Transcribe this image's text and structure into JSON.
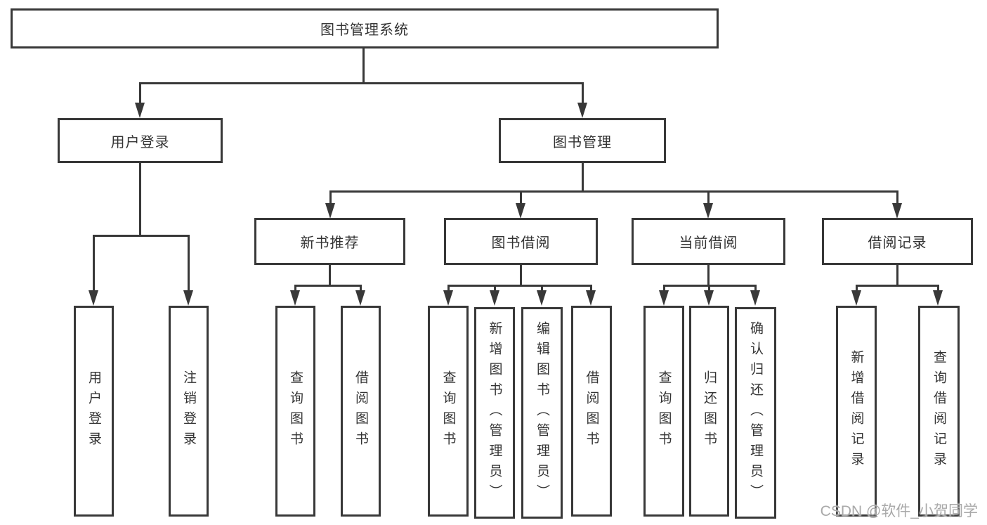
{
  "title": "图书管理系统",
  "level2": [
    {
      "label": "用户登录"
    },
    {
      "label": "图书管理"
    }
  ],
  "level3": [
    {
      "label": "新书推荐"
    },
    {
      "label": "图书借阅"
    },
    {
      "label": "当前借阅"
    },
    {
      "label": "借阅记录"
    }
  ],
  "leaves": {
    "user_login": [
      "用户登录",
      "注销登录"
    ],
    "new_book": [
      "查询图书",
      "借阅图书"
    ],
    "book_borrow": [
      "查询图书",
      "新增图书（管理员）",
      "编辑图书（管理员）",
      "借阅图书"
    ],
    "current_borrow": [
      "查询图书",
      "归还图书",
      "确认归还（管理员）"
    ],
    "borrow_record": [
      "新增借阅记录",
      "查询借阅记录"
    ]
  },
  "watermark": "CSDN @软件_小贺同学"
}
